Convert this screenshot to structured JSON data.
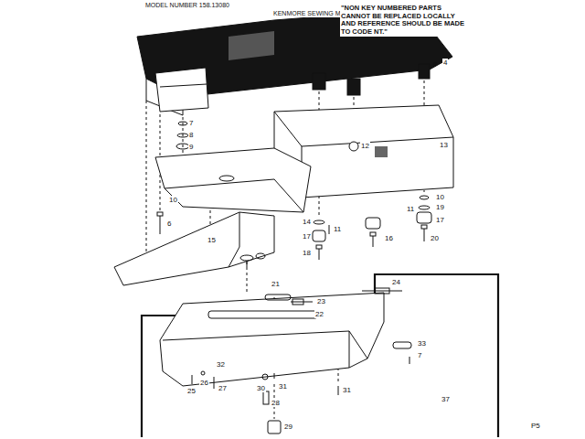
{
  "diagram": {
    "labels": [
      "MODEL NUMBER 158.13080",
      "KENMORE SEWING MACHINE",
      "\"NON KEY NUMBERED PARTS CANNOT BE REPLACED LOCALLY AND REFERENCE SHOULD BE MADE TO CODE NT.\"",
      "4",
      "7",
      "8",
      "9",
      "12",
      "13",
      "10",
      "10",
      "19",
      "17",
      "20",
      "11",
      "14",
      "11",
      "17",
      "18",
      "16",
      "6",
      "15",
      "21",
      "23",
      "22",
      "24",
      "33",
      "7",
      "37",
      "31",
      "32",
      "25",
      "26",
      "27",
      "30",
      "31",
      "28",
      "29",
      "P5"
    ]
  }
}
